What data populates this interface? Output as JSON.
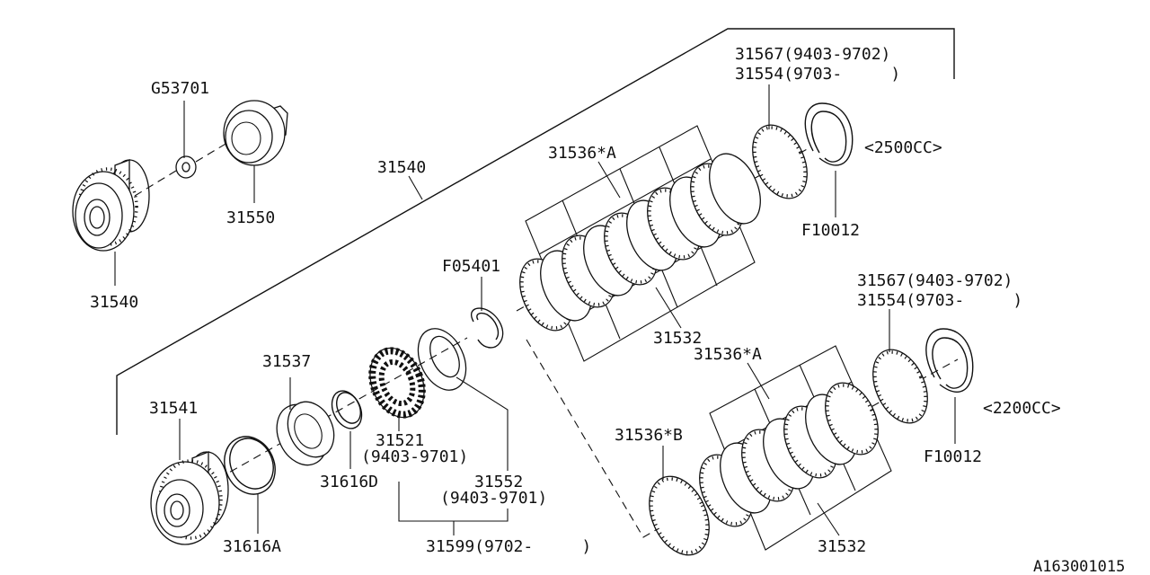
{
  "diagram_id": "A163001015",
  "labels": {
    "g53701": "G53701",
    "p31550": "31550",
    "p31540_left": "31540",
    "p31540_top": "31540",
    "p31567_top": "31567(9403-9702)",
    "p31554_top": "31554(9703-     )",
    "cc2500": "<2500CC>",
    "f10012_top": "F10012",
    "p31536a_top": "31536*A",
    "f05401": "F05401",
    "p31532_top": "31532",
    "p31567_bottom": "31567(9403-9702)",
    "p31554_bottom": "31554(9703-     )",
    "p31536a_bottom": "31536*A",
    "cc2200": "<2200CC>",
    "f10012_bottom": "F10012",
    "p31537": "31537",
    "p31541": "31541",
    "p31521": "31521",
    "p31521_range": "(9403-9701)",
    "p31616d": "31616D",
    "p31552": "31552",
    "p31552_range": "(9403-9701)",
    "p31536b": "31536*B",
    "p31616a": "31616A",
    "p31599": "31599(9702-     )",
    "p31532_bottom": "31532"
  }
}
